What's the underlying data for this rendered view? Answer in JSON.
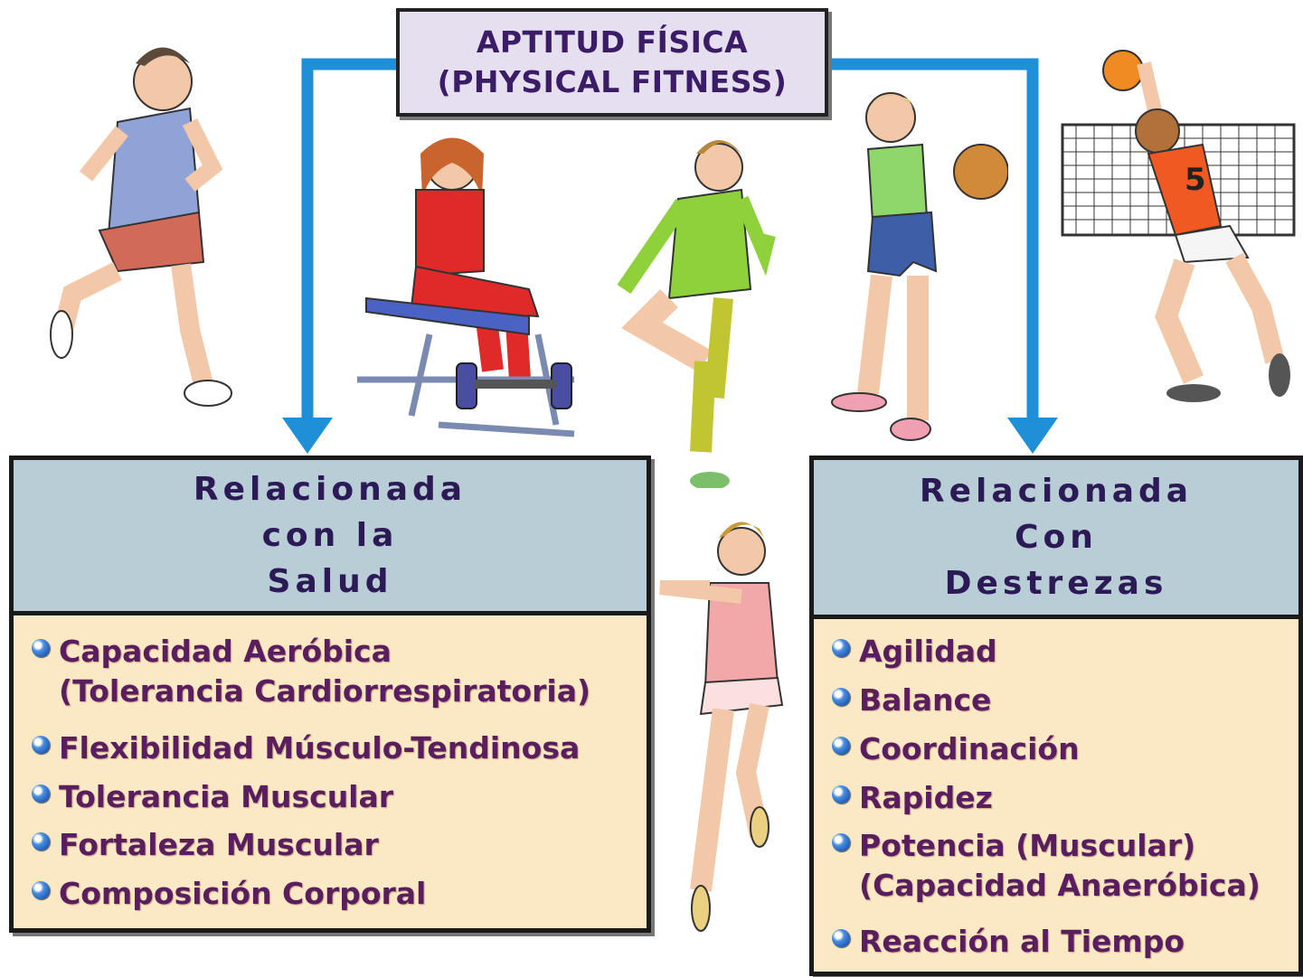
{
  "title": {
    "line1": "APTITUD FÍSICA",
    "line2": "(PHYSICAL FITNESS)"
  },
  "colors": {
    "arrow": "#1f8fd8",
    "title_bg": "#e6dff0",
    "title_text": "#3a1d66",
    "header_bg": "#b8cdd6",
    "header_text": "#2b1a55",
    "body_bg": "#fae9c4",
    "item_text": "#5a1e5e"
  },
  "health": {
    "header": [
      "Relacionada",
      "con la",
      "Salud"
    ],
    "items": [
      {
        "line1": "Capacidad Aeróbica",
        "line2": "(Tolerancia Cardiorrespiratoria)"
      },
      {
        "line1": "Flexibilidad Músculo-Tendinosa"
      },
      {
        "line1": "Tolerancia Muscular"
      },
      {
        "line1": "Fortaleza Muscular"
      },
      {
        "line1": "Composición Corporal"
      }
    ]
  },
  "skill": {
    "header": [
      "Relacionada",
      "Con",
      "Destrezas"
    ],
    "items": [
      {
        "line1": "Agilidad"
      },
      {
        "line1": "Balance"
      },
      {
        "line1": "Coordinación"
      },
      {
        "line1": "Rapidez"
      },
      {
        "line1": "Potencia (Muscular)",
        "line2": "(Capacidad Anaeróbica)"
      },
      {
        "line1": "Reacción al Tiempo"
      }
    ]
  },
  "illustrations": {
    "runner": "runner-icon",
    "weight_bench": "weight-bench-icon",
    "gymnast": "gymnast-icon",
    "medicine_ball": "medicine-ball-icon",
    "volleyball": "volleyball-icon",
    "jogger": "jogger-icon",
    "jersey_number": "5"
  }
}
